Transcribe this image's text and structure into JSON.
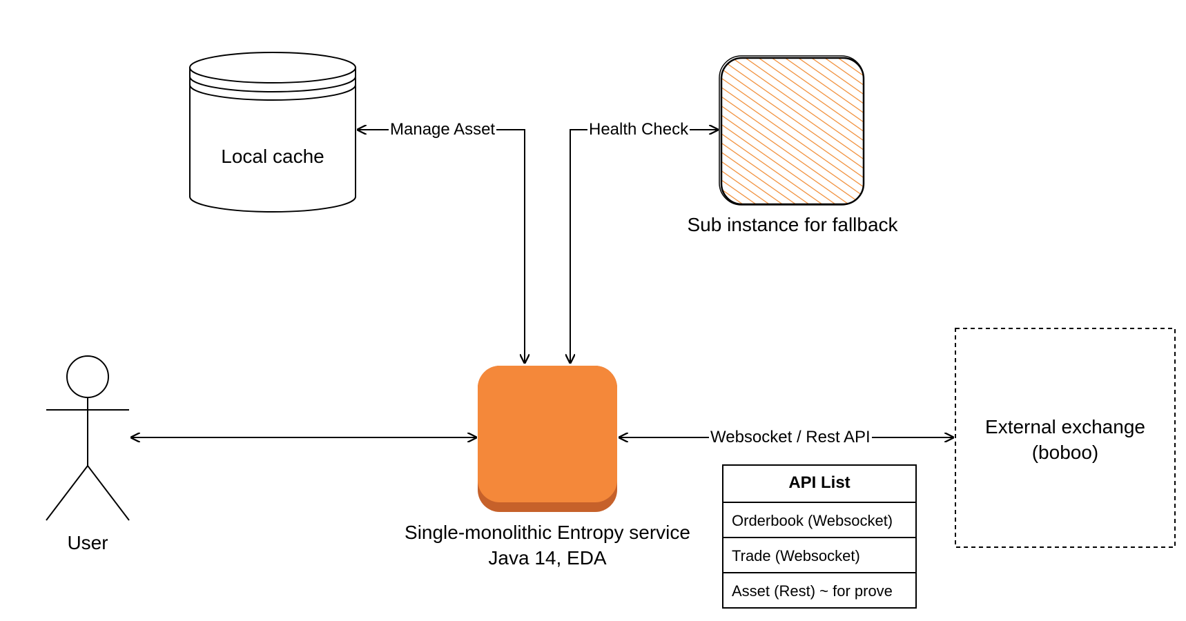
{
  "nodes": {
    "local_cache": {
      "label": "Local cache"
    },
    "sub_instance": {
      "label": "Sub instance for fallback",
      "color": "#f0882e"
    },
    "user": {
      "label": "User"
    },
    "entropy_service": {
      "label_line1": "Single-monolithic Entropy service",
      "label_line2": "Java 14, EDA",
      "color": "#f4883a",
      "shadow_color": "#c6612a"
    },
    "external_exchange": {
      "label_line1": "External exchange",
      "label_line2": "(boboo)"
    }
  },
  "edges": {
    "manage_asset": {
      "label": "Manage Asset"
    },
    "health_check": {
      "label": "Health Check"
    },
    "exchange_link": {
      "label": "Websocket / Rest API"
    }
  },
  "api_list": {
    "title": "API List",
    "items": [
      "Orderbook (Websocket)",
      "Trade (Websocket)",
      "Asset (Rest) ~ for prove"
    ]
  }
}
